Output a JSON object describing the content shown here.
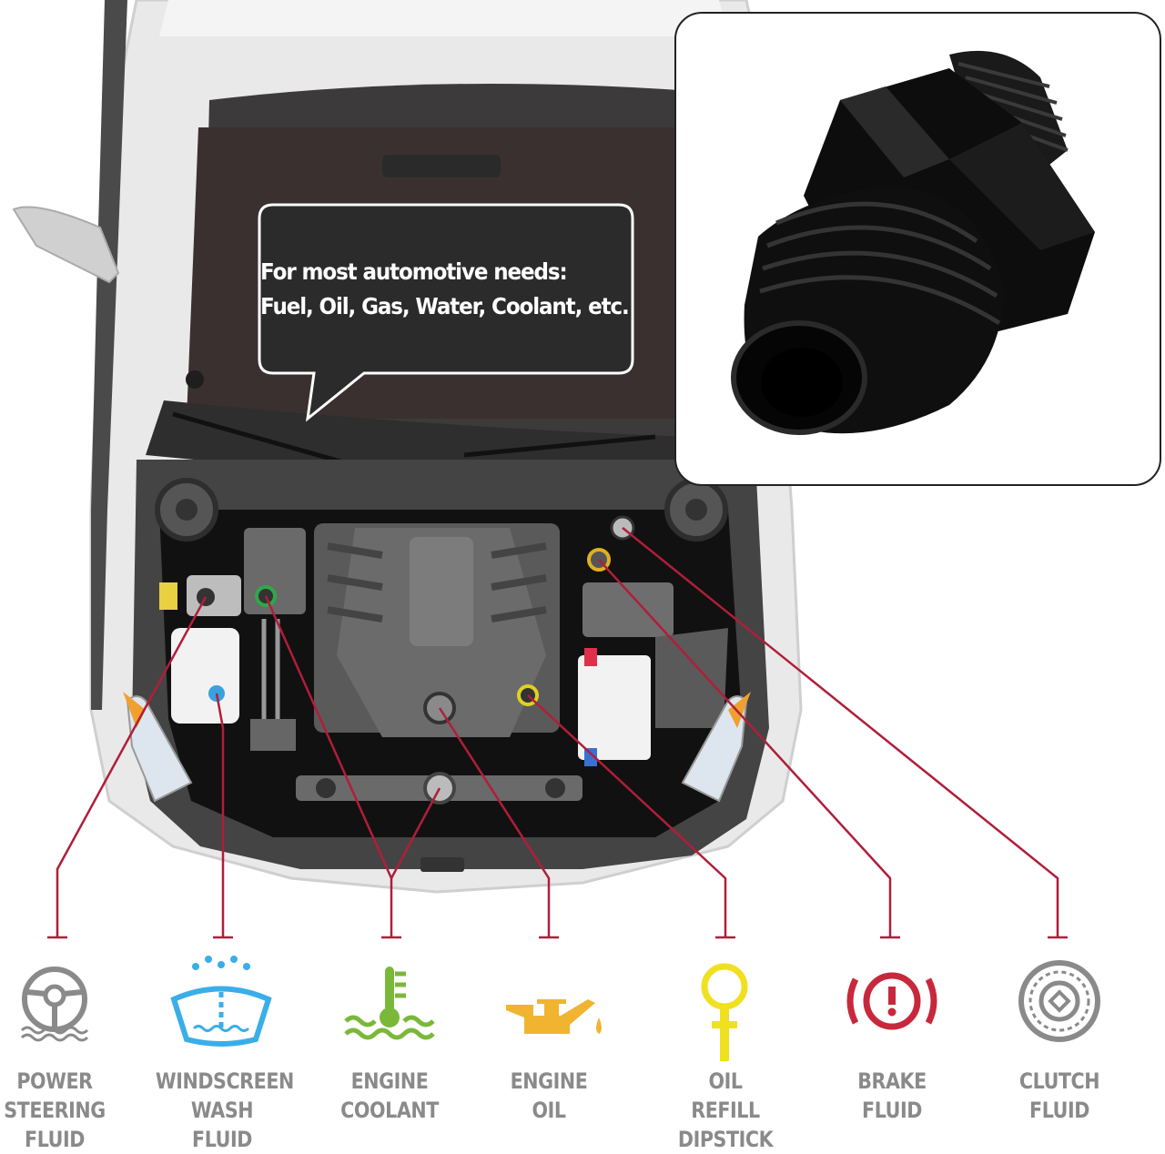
{
  "callout": {
    "line1": "For most automotive needs:",
    "line2": "Fuel, Oil, Gas, Water, Coolant, etc."
  },
  "labels": [
    {
      "id": "power-steering-fluid",
      "text": "POWER\nSTEERING\nFLUID",
      "color": "#8a8a8a"
    },
    {
      "id": "windscreen-wash-fluid",
      "text": "WINDSCREEN\nWASH\nFLUID",
      "color": "#3aaee8"
    },
    {
      "id": "engine-coolant",
      "text": "ENGINE\nCOOLANT",
      "color": "#7ab83a"
    },
    {
      "id": "engine-oil",
      "text": "ENGINE\nOIL",
      "color": "#f0b430"
    },
    {
      "id": "oil-refill-dipstick",
      "text": "OIL\nREFILL\nDIPSTICK",
      "color": "#f0e020"
    },
    {
      "id": "brake-fluid",
      "text": "BRAKE\nFLUID",
      "color": "#c8283c"
    },
    {
      "id": "clutch-fluid",
      "text": "CLUTCH\nFLUID",
      "color": "#8a8a8a"
    }
  ],
  "colors": {
    "leader_line": "#b01e3a",
    "engine_bay": "#3b3b3b",
    "car_body": "#e6e6e6",
    "bubble": "#2b2b2b",
    "fitting": "#111111"
  },
  "icons": [
    "steering-wheel-icon",
    "washer-icon",
    "thermometer-icon",
    "oil-can-icon",
    "dipstick-icon",
    "brake-warning-icon",
    "clutch-disc-icon"
  ]
}
